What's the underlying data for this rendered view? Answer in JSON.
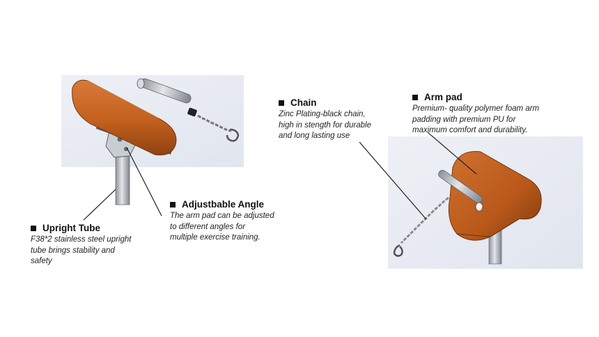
{
  "callouts": {
    "upright_tube": {
      "title": "Upright Tube",
      "desc": [
        "F38*2 stainless steel upright",
        "tube brings stability and",
        "safety"
      ]
    },
    "adjustable_angle": {
      "title": "Adjustbable Angle",
      "desc": [
        "The arm pad can be adjusted",
        "to different angles for",
        "multiple exercise training."
      ]
    },
    "chain": {
      "title": "Chain",
      "desc": [
        "Zinc Plating-black chain,",
        "high in stength for durable",
        "and long lasting use"
      ]
    },
    "arm_pad": {
      "title": "Arm pad",
      "desc": [
        "Premium- quality polymer foam arm",
        "padding with premium PU for",
        "maximum comfort and durability."
      ]
    }
  },
  "colors": {
    "pad": "#c4621f",
    "pad_dark": "#8a3e10",
    "steel": "#b9bec6",
    "panel": "#e9ecf2"
  }
}
